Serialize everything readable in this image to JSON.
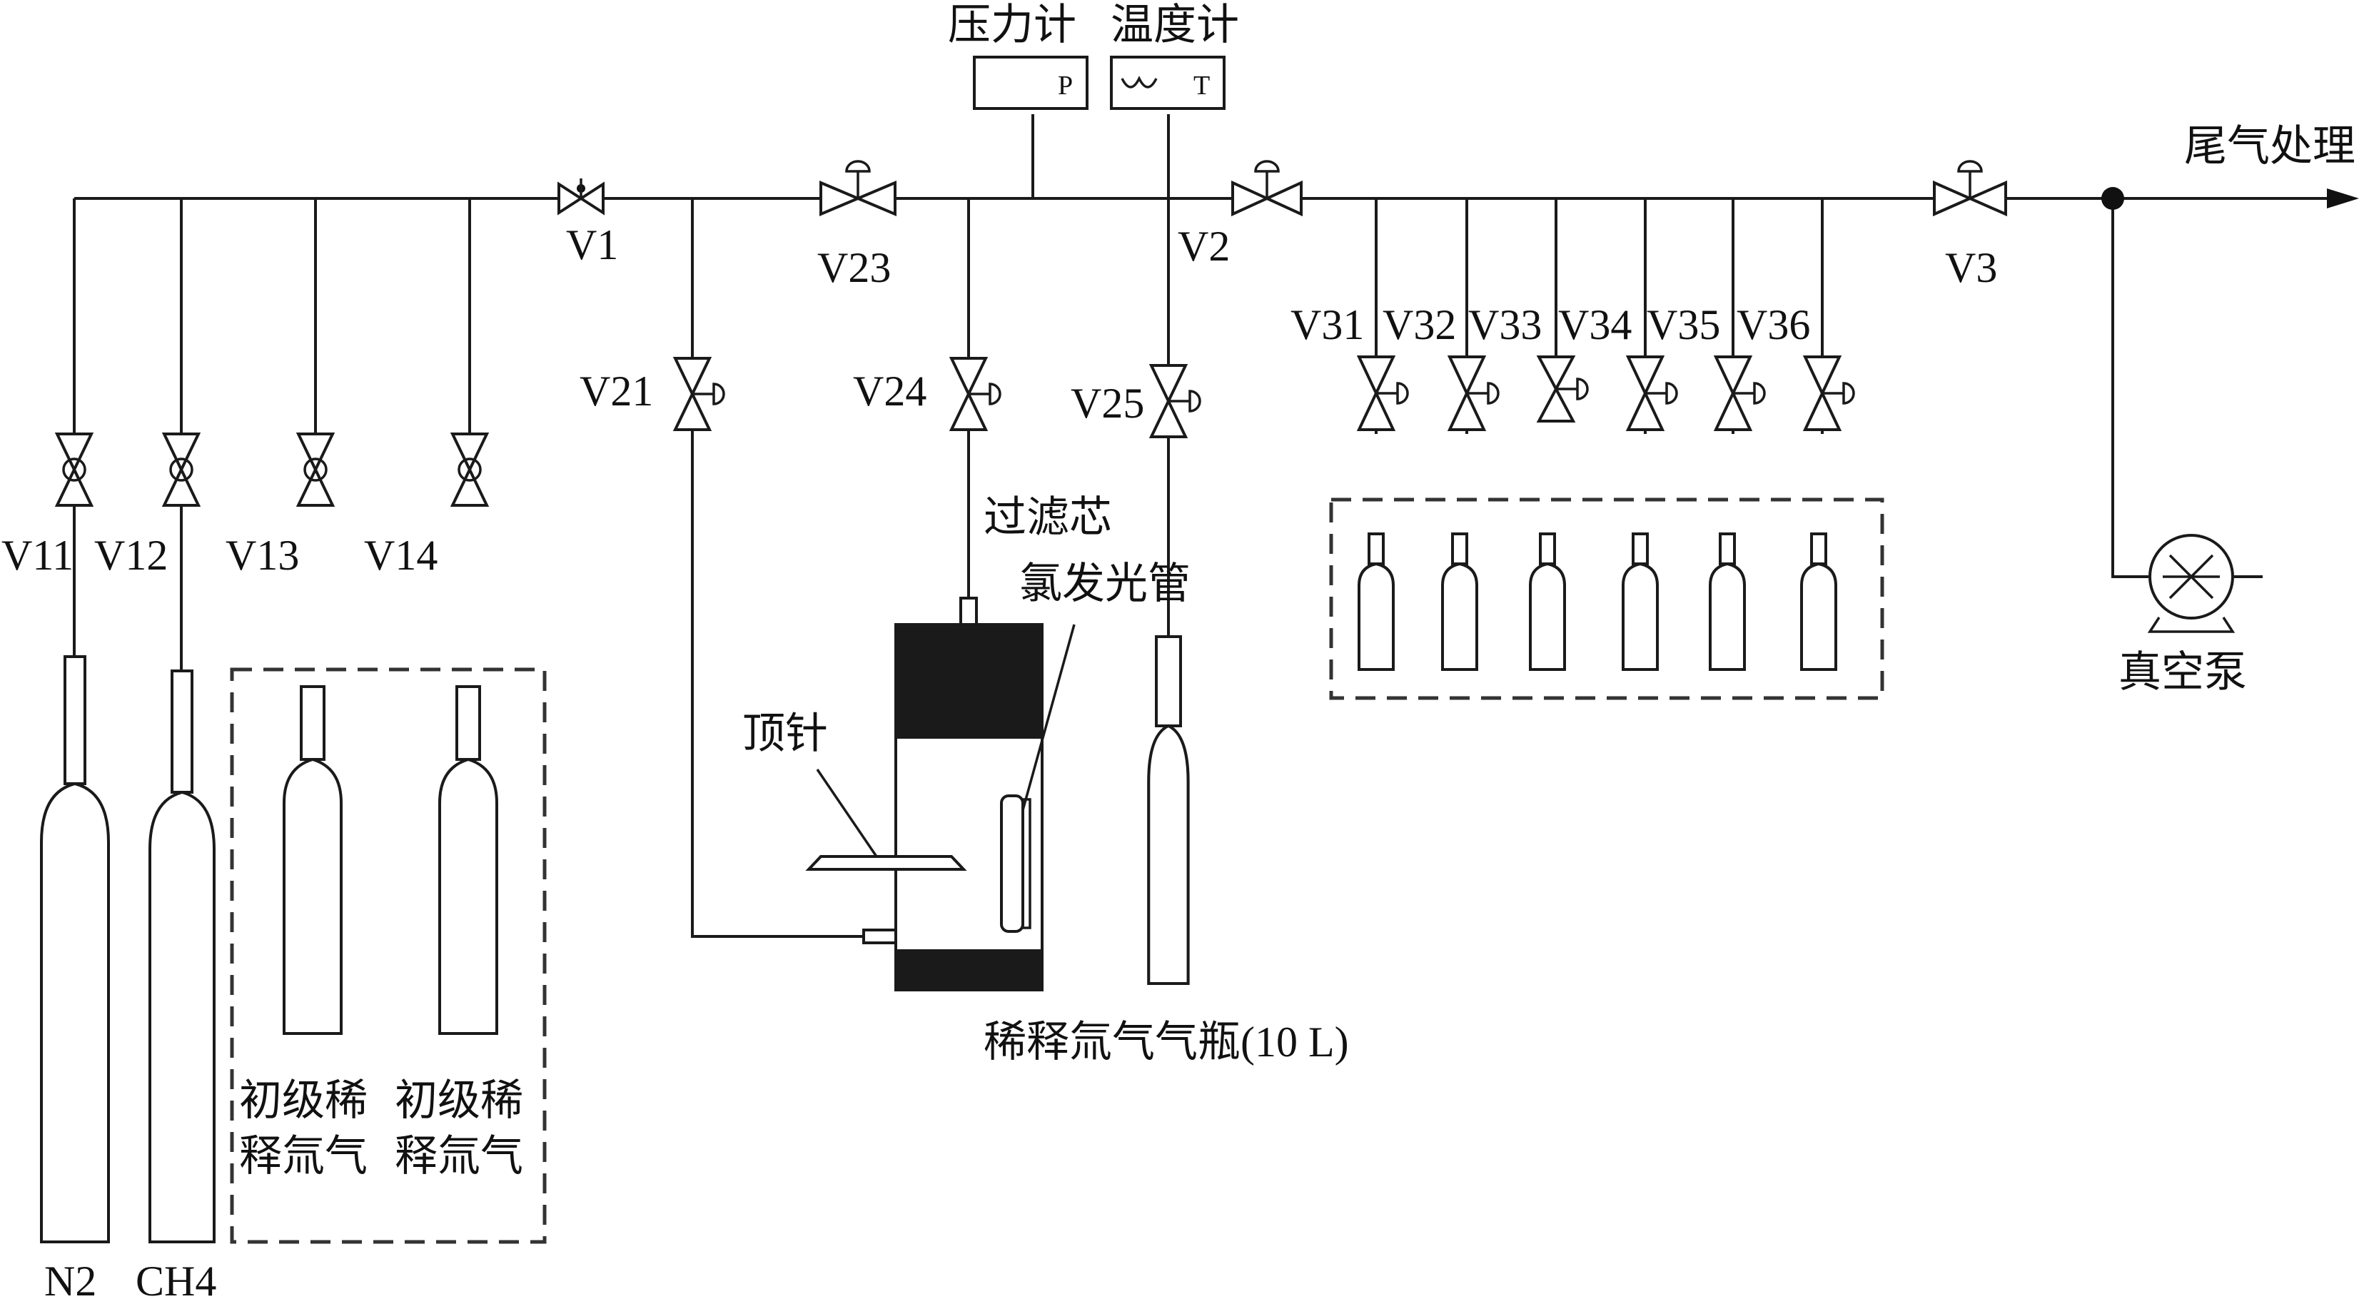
{
  "instruments": {
    "pressure_gauge": "压力计",
    "pressure_symbol": "P",
    "thermometer": "温度计",
    "thermo_symbol": "T"
  },
  "outlets": {
    "exhaust": "尾气处理",
    "vacuum_pump": "真空泵"
  },
  "valves": {
    "v1": "V1",
    "v2": "V2",
    "v3": "V3",
    "v11": "V11",
    "v12": "V12",
    "v13": "V13",
    "v14": "V14",
    "v21": "V21",
    "v23": "V23",
    "v24": "V24",
    "v25": "V25",
    "v31": "V31",
    "v32": "V32",
    "v33": "V33",
    "v34": "V34",
    "v35": "V35",
    "v36": "V36"
  },
  "cylinders": {
    "n2": "N2",
    "ch4": "CH4",
    "primary_a_line1": "初级稀",
    "primary_a_line2": "释氚气",
    "primary_b_line1": "初级稀",
    "primary_b_line2": "释氚气",
    "dilution_bottle": "稀释氚气气瓶(10 L)"
  },
  "chamber": {
    "filter": "过滤芯",
    "lamp": "氯发光管",
    "pin": "顶针"
  }
}
